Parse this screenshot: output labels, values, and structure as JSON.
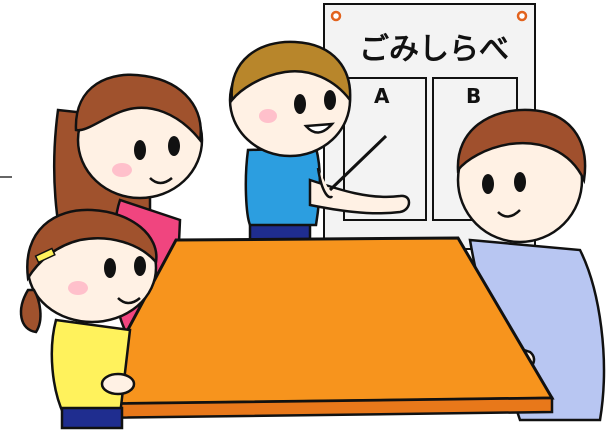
{
  "board": {
    "title": "ごみしらべ",
    "columns": [
      "A",
      "B"
    ]
  },
  "colors": {
    "table_top": "#F7941D",
    "table_edge": "#E8781A",
    "skin": "#FFF1E4",
    "outline": "#111111",
    "cheek": "#FFC0CB",
    "brown_hair": "#A0522D",
    "blond_hair": "#B8862B",
    "boy_right_hair": "#A0502D",
    "pink_shirt": "#F0457F",
    "yellow_shirt": "#FFF25C",
    "blue_shirt": "#2C9EE0",
    "lilac_shirt": "#B8C6F2",
    "navy_pants": "#1F2D8F",
    "board_bg": "#F3F3F3",
    "pin": "#E2631E"
  },
  "icons": [
    "pointer-stick",
    "push-pin",
    "hair-clip"
  ]
}
